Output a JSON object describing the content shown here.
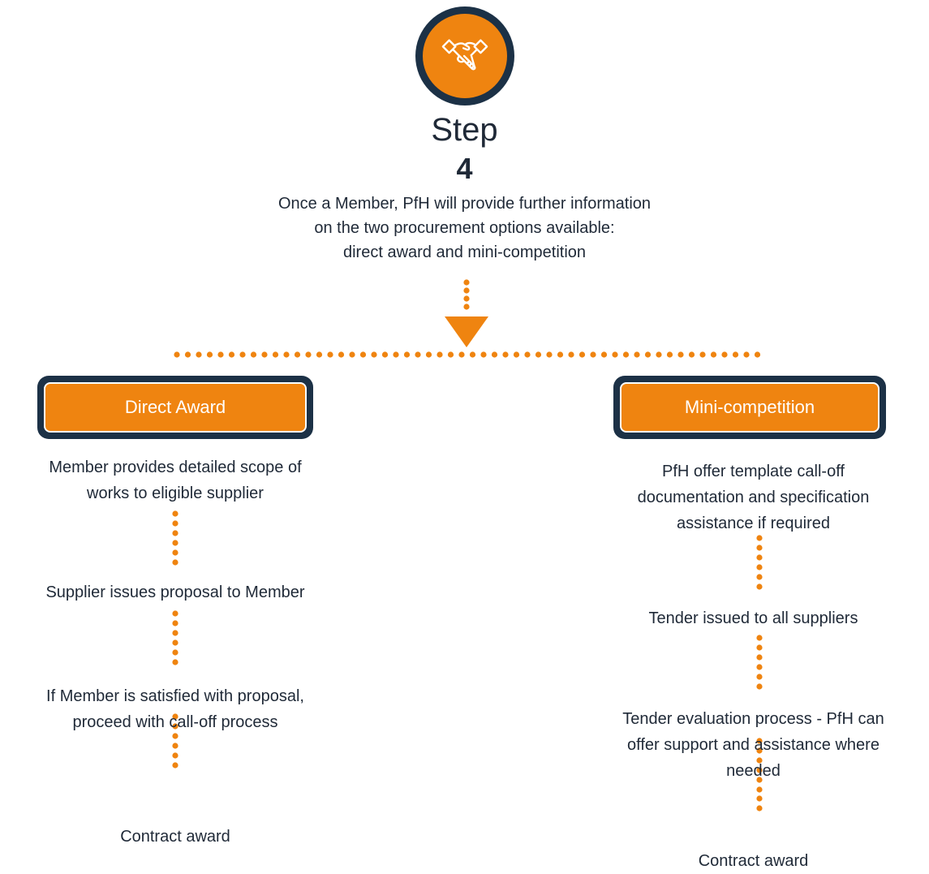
{
  "header": {
    "step_word": "Step",
    "step_number": "4",
    "intro_lines": [
      "Once a Member, PfH will provide further information",
      "on the two procurement options available:",
      "direct award and mini-competition"
    ]
  },
  "icons": {
    "top": "handshake-icon"
  },
  "colors": {
    "accent": "#ef8410",
    "navy": "#1c3146",
    "text": "#1f2937"
  },
  "direct_award": {
    "title": "Direct Award",
    "steps": [
      [
        "Member provides detailed scope of",
        "works to eligible supplier"
      ],
      [
        "Supplier issues proposal to Member"
      ],
      [
        "If Member is satisfied with proposal,",
        "proceed with call-off process"
      ],
      [
        "Contract award"
      ]
    ]
  },
  "mini_competition": {
    "title": "Mini-competition",
    "steps": [
      [
        "PfH offer template call-off",
        "documentation and specification",
        "assistance if required"
      ],
      [
        "Tender issued to all suppliers"
      ],
      [
        "Tender evaluation process - PfH can",
        "offer support and assistance where",
        "needed"
      ],
      [
        "Contract award"
      ]
    ]
  }
}
